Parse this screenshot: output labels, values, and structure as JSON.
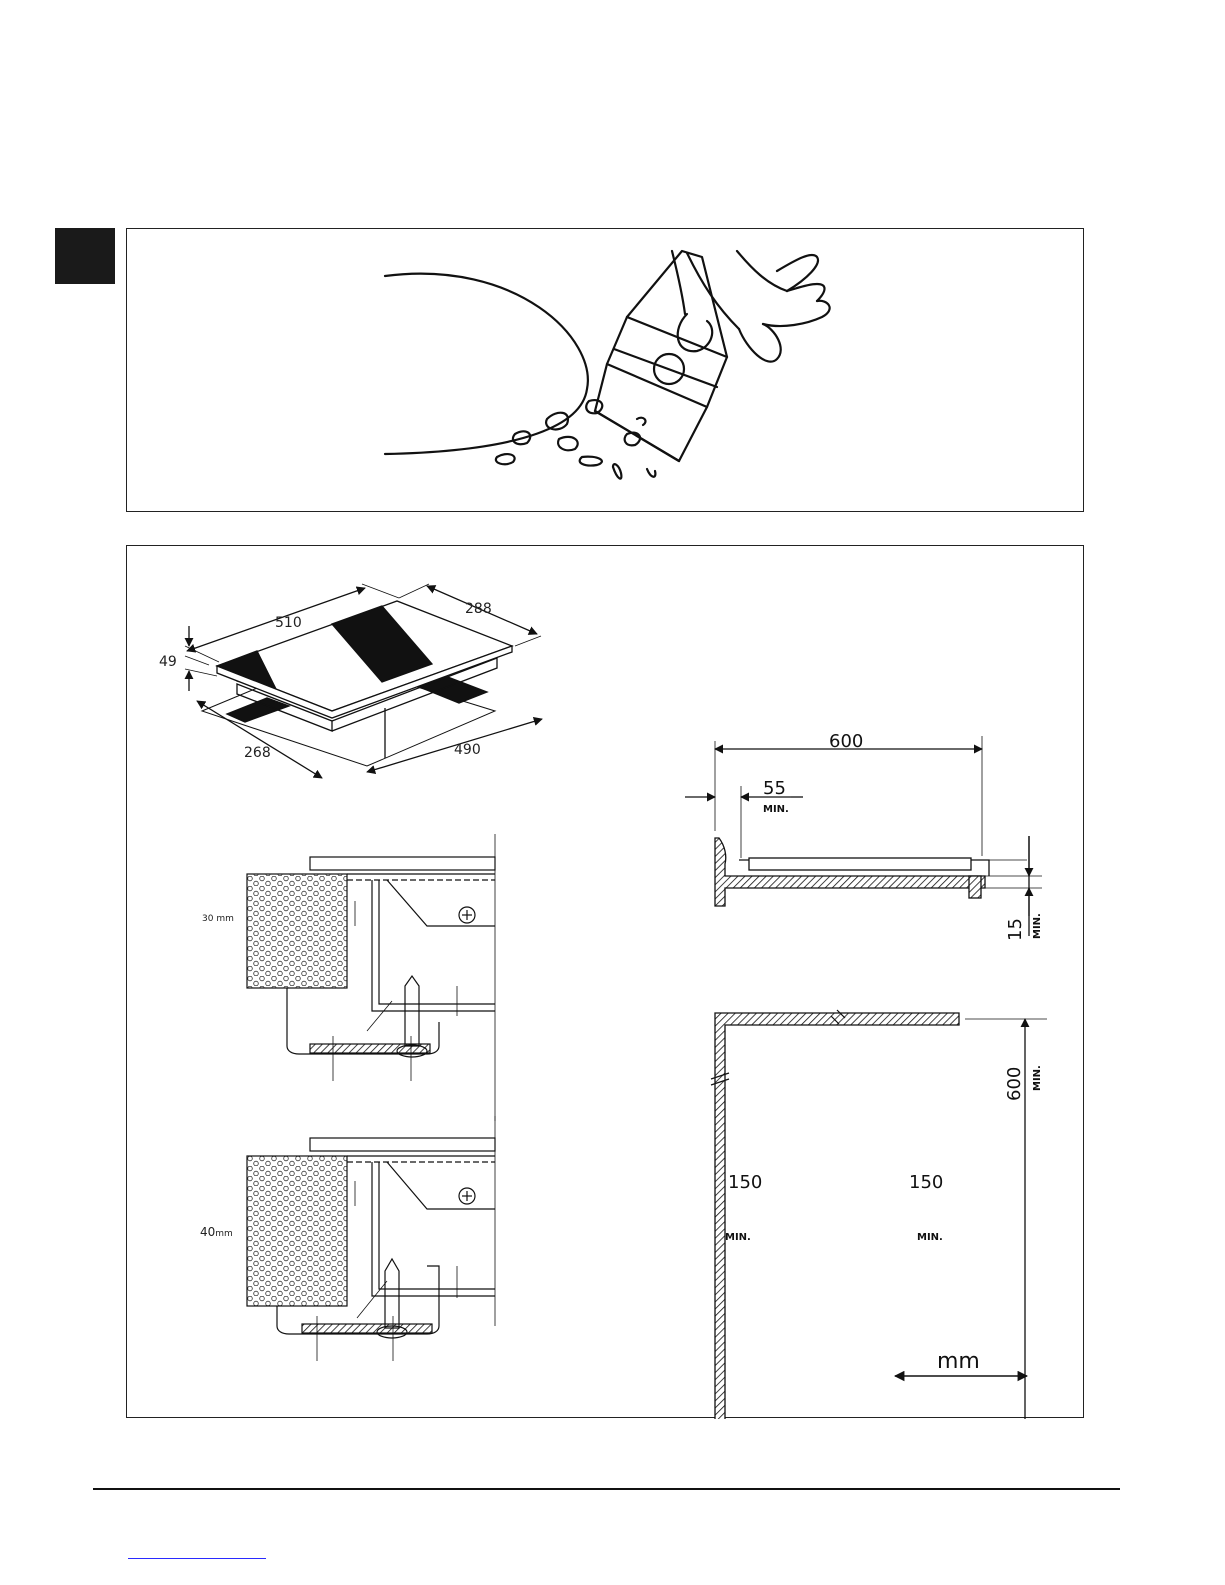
{
  "hob_dimensions": {
    "width_top": "510",
    "depth_top": "288",
    "height": "49",
    "cutout_width": "490",
    "cutout_depth": "268"
  },
  "fixing_clamps": {
    "worktop_30": "30 mm",
    "worktop_40_value": "40",
    "worktop_40_unit": "mm"
  },
  "clearance_side": {
    "width": "600",
    "rear_min": "55",
    "rear_min_label": "MIN.",
    "below_min": "15",
    "below_min_label": "MIN."
  },
  "clearance_top": {
    "above_min": "600",
    "above_min_label": "MIN.",
    "left_min": "150",
    "left_min_label": "MIN.",
    "right_min": "150",
    "right_min_label": "MIN."
  },
  "units": "mm",
  "colors": {
    "ink": "#111111",
    "link": "#2a2aff"
  }
}
